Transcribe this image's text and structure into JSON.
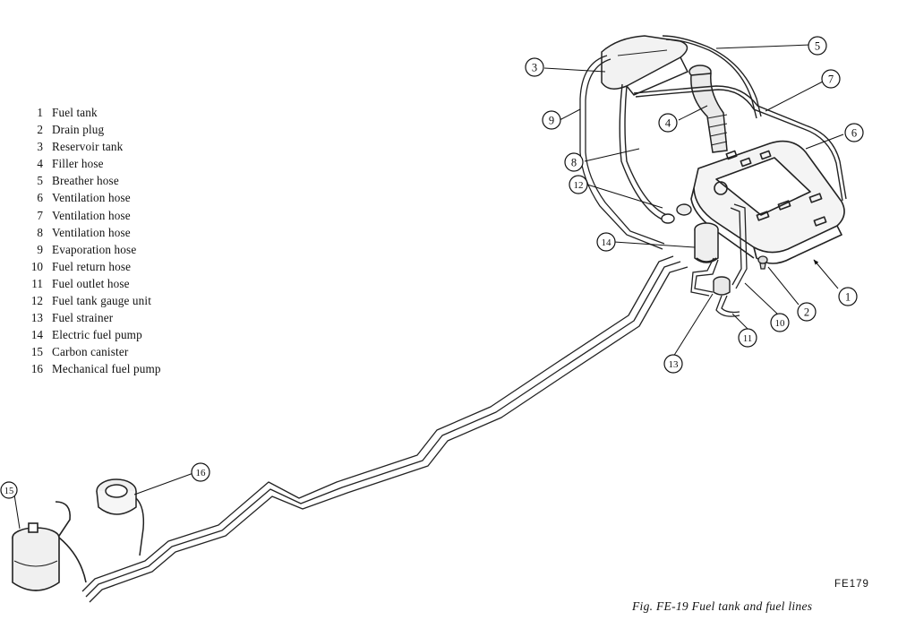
{
  "legend": [
    {
      "num": "1",
      "label": "Fuel tank"
    },
    {
      "num": "2",
      "label": "Drain plug"
    },
    {
      "num": "3",
      "label": "Reservoir tank"
    },
    {
      "num": "4",
      "label": "Filler hose"
    },
    {
      "num": "5",
      "label": "Breather hose"
    },
    {
      "num": "6",
      "label": "Ventilation hose"
    },
    {
      "num": "7",
      "label": "Ventilation hose"
    },
    {
      "num": "8",
      "label": "Ventilation hose"
    },
    {
      "num": "9",
      "label": "Evaporation hose"
    },
    {
      "num": "10",
      "label": "Fuel return hose"
    },
    {
      "num": "11",
      "label": "Fuel outlet hose"
    },
    {
      "num": "12",
      "label": "Fuel tank gauge unit"
    },
    {
      "num": "13",
      "label": "Fuel strainer"
    },
    {
      "num": "14",
      "label": "Electric fuel pump"
    },
    {
      "num": "15",
      "label": "Carbon canister"
    },
    {
      "num": "16",
      "label": "Mechanical fuel pump"
    }
  ],
  "callouts": [
    {
      "name": "callout-1",
      "num": "1"
    },
    {
      "name": "callout-2",
      "num": "2"
    },
    {
      "name": "callout-3",
      "num": "3"
    },
    {
      "name": "callout-4",
      "num": "4"
    },
    {
      "name": "callout-5",
      "num": "5"
    },
    {
      "name": "callout-6",
      "num": "6"
    },
    {
      "name": "callout-7",
      "num": "7"
    },
    {
      "name": "callout-8",
      "num": "8"
    },
    {
      "name": "callout-9",
      "num": "9"
    },
    {
      "name": "callout-10",
      "num": "10"
    },
    {
      "name": "callout-11",
      "num": "11"
    },
    {
      "name": "callout-12",
      "num": "12"
    },
    {
      "name": "callout-13",
      "num": "13"
    },
    {
      "name": "callout-14",
      "num": "14"
    },
    {
      "name": "callout-15",
      "num": "15"
    },
    {
      "name": "callout-16",
      "num": "16"
    }
  ],
  "figure": {
    "code": "FE179",
    "caption": "Fig. FE-19  Fuel tank and fuel lines"
  }
}
